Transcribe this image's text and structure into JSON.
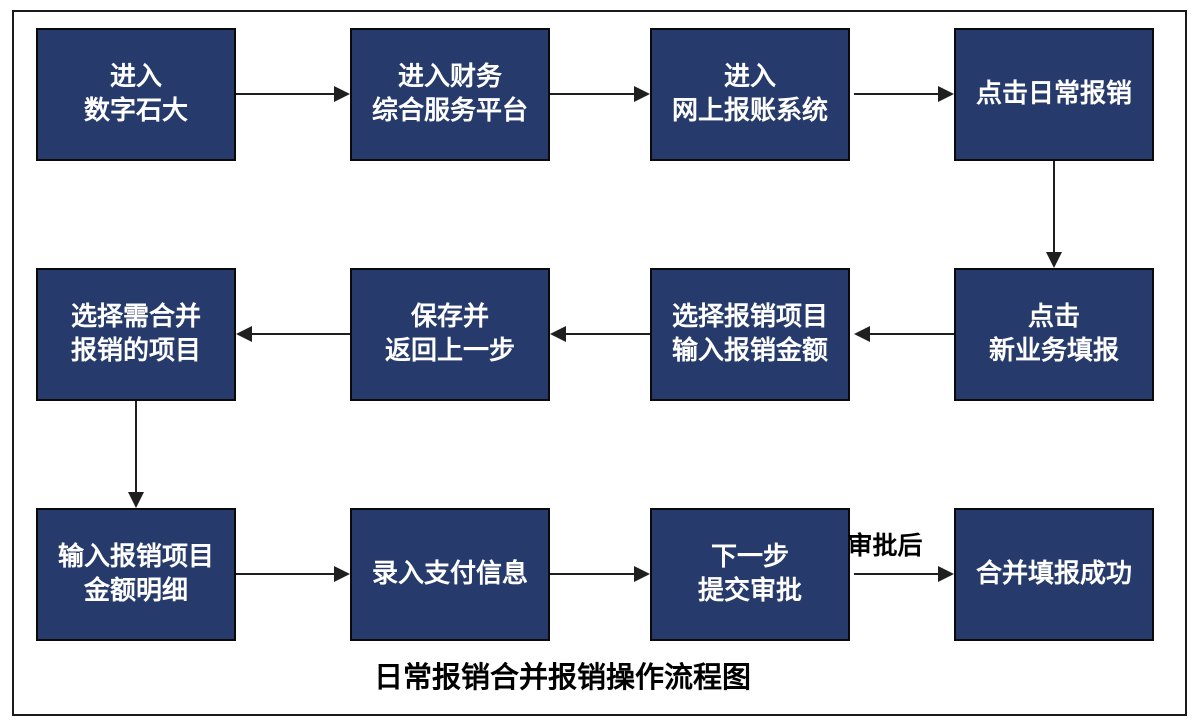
{
  "diagram": {
    "title": "日常报销合并报销操作流程图",
    "edge_label": "审批后",
    "nodes": [
      {
        "label": "进入\n数字石大"
      },
      {
        "label": "进入财务\n综合服务平台"
      },
      {
        "label": "进入\n网上报账系统"
      },
      {
        "label": "点击日常报销"
      },
      {
        "label": "点击\n新业务填报"
      },
      {
        "label": "选择报销项目\n输入报销金额"
      },
      {
        "label": "保存并\n返回上一步"
      },
      {
        "label": "选择需合并\n报销的项目"
      },
      {
        "label": "输入报销项目\n金额明细"
      },
      {
        "label": "录入支付信息"
      },
      {
        "label": "下一步\n提交审批"
      },
      {
        "label": "合并填报成功"
      }
    ]
  },
  "colors": {
    "box_fill": "#263a6b",
    "box_border": "#0a0a0a",
    "box_text": "#ffffff",
    "arrow": "#1f1f1f",
    "frame_border": "#1a1a1a",
    "background": "#ffffff",
    "title_color": "#000000"
  }
}
